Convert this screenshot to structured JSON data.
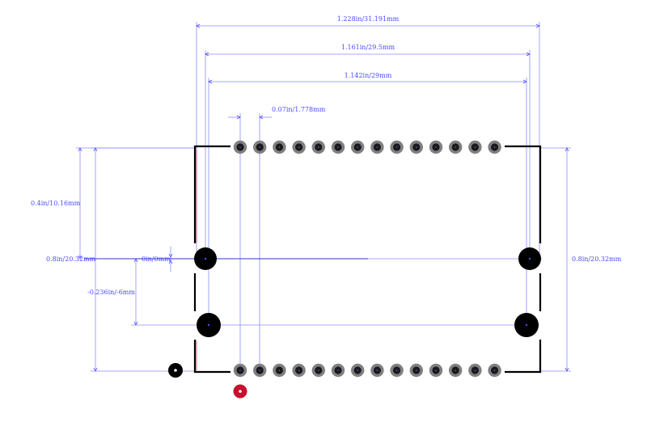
{
  "colors": {
    "background": "#ffffff",
    "dimension": "#4a4aff",
    "dimension_light": "#8c8cff",
    "outline": "#000000",
    "pad_ring": "#808080",
    "pad_center": "#1a1a1a",
    "mount_hole": "#000000",
    "pin1_marker": "#c8102e"
  },
  "dimensions": {
    "overall_width": "1.228in/31.191mm",
    "hole_span_outer": "1.161in/29.5mm",
    "hole_span_inner": "1.142in/29mm",
    "pin_pitch": "0.07in/1.778mm",
    "row_to_hole": "0.4in/10.16mm",
    "overall_height_left": "0.8in/20.32mm",
    "origin": "0in/0mm",
    "lower_hole_offset": "-0.236in/-6mm",
    "overall_height_right": "0.8in/20.32mm"
  },
  "footprint": {
    "pins_per_row": 14,
    "rows": 2,
    "mounting_holes": 4
  }
}
